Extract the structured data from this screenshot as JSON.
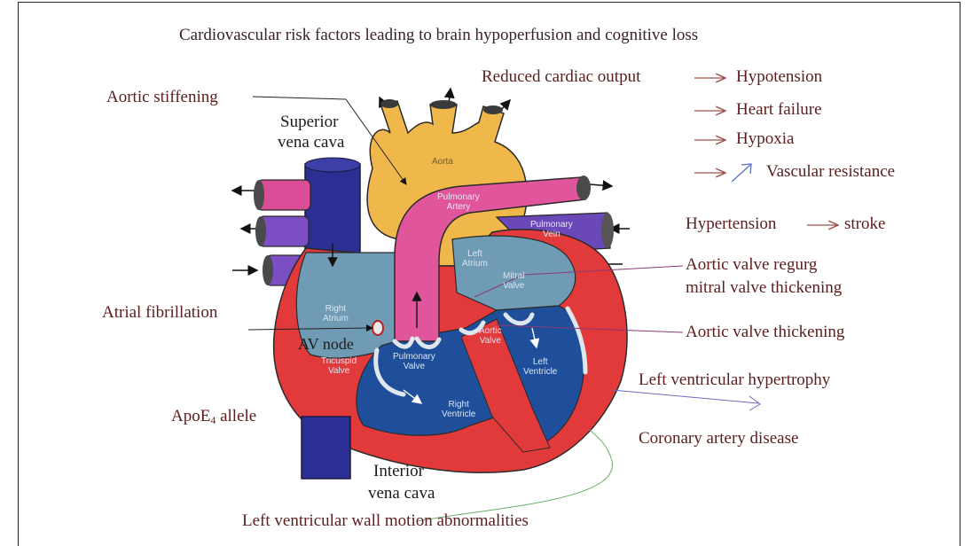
{
  "title": "Cardiovascular risk factors leading to brain hypoperfusion and cognitive loss",
  "cardiac": {
    "reduced_output": "Reduced cardiac output",
    "consequences": [
      "Hypotension",
      "Heart failure",
      "Hypoxia",
      "Vascular resistance"
    ]
  },
  "hypertension": {
    "cause": "Hypertension",
    "effect": "stroke"
  },
  "left_labels": {
    "aortic_stiffening": "Aortic stiffening",
    "atrial_fibrillation": "Atrial fibrillation",
    "apoe_base": "ApoE",
    "apoe_sub": "4",
    "apoe_suffix": " allele"
  },
  "right_labels": {
    "aortic_regurg_line1": "Aortic valve regurg",
    "aortic_regurg_line2": "mitral valve thickening",
    "aortic_valve_thickening": "Aortic valve thickening",
    "lv_hypertrophy": "Left ventricular hypertrophy",
    "coronary": "Coronary artery disease"
  },
  "bottom_labels": {
    "lv_wall_motion": "Left ventricular wall motion abnormalities"
  },
  "anatomy": {
    "superior_vena_cava_1": "Superior",
    "superior_vena_cava_2": "vena cava",
    "interior_vena_cava_1": "Interior",
    "interior_vena_cava_2": "vena cava",
    "av_node": "AV  node",
    "aorta": "Aorta",
    "pulmonary_artery_1": "Pulmonary",
    "pulmonary_artery_2": "Artery",
    "pulmonary_vein_1": "Pulmonary",
    "pulmonary_vein_2": "Vein",
    "left_atrium_1": "Left",
    "left_atrium_2": "Atrium",
    "mitral_valve_1": "Mitral",
    "mitral_valve_2": "Valve",
    "right_atrium_1": "Right",
    "right_atrium_2": "Atrium",
    "tricuspid_valve_1": "Tricuspid",
    "tricuspid_valve_2": "Valve",
    "pulmonary_valve_1": "Pulmonary",
    "pulmonary_valve_2": "Valve",
    "aortic_valve_1": "Aortic",
    "aortic_valve_2": "Valve",
    "left_ventricle_1": "Left",
    "left_ventricle_2": "Ventricle",
    "right_ventricle_1": "Right",
    "right_ventricle_2": "Ventricle"
  },
  "colors": {
    "label_text": "#5b1d1d",
    "aorta": "#f0b84a",
    "pulmonary_artery": "#e0559b",
    "vena_cava": "#2b2f93",
    "pulmonary_vein": "#7a4fc0",
    "myocardium": "#e23a3a",
    "left_chambers": "#1f4f9a",
    "right_atrium": "#6f9bb4"
  }
}
